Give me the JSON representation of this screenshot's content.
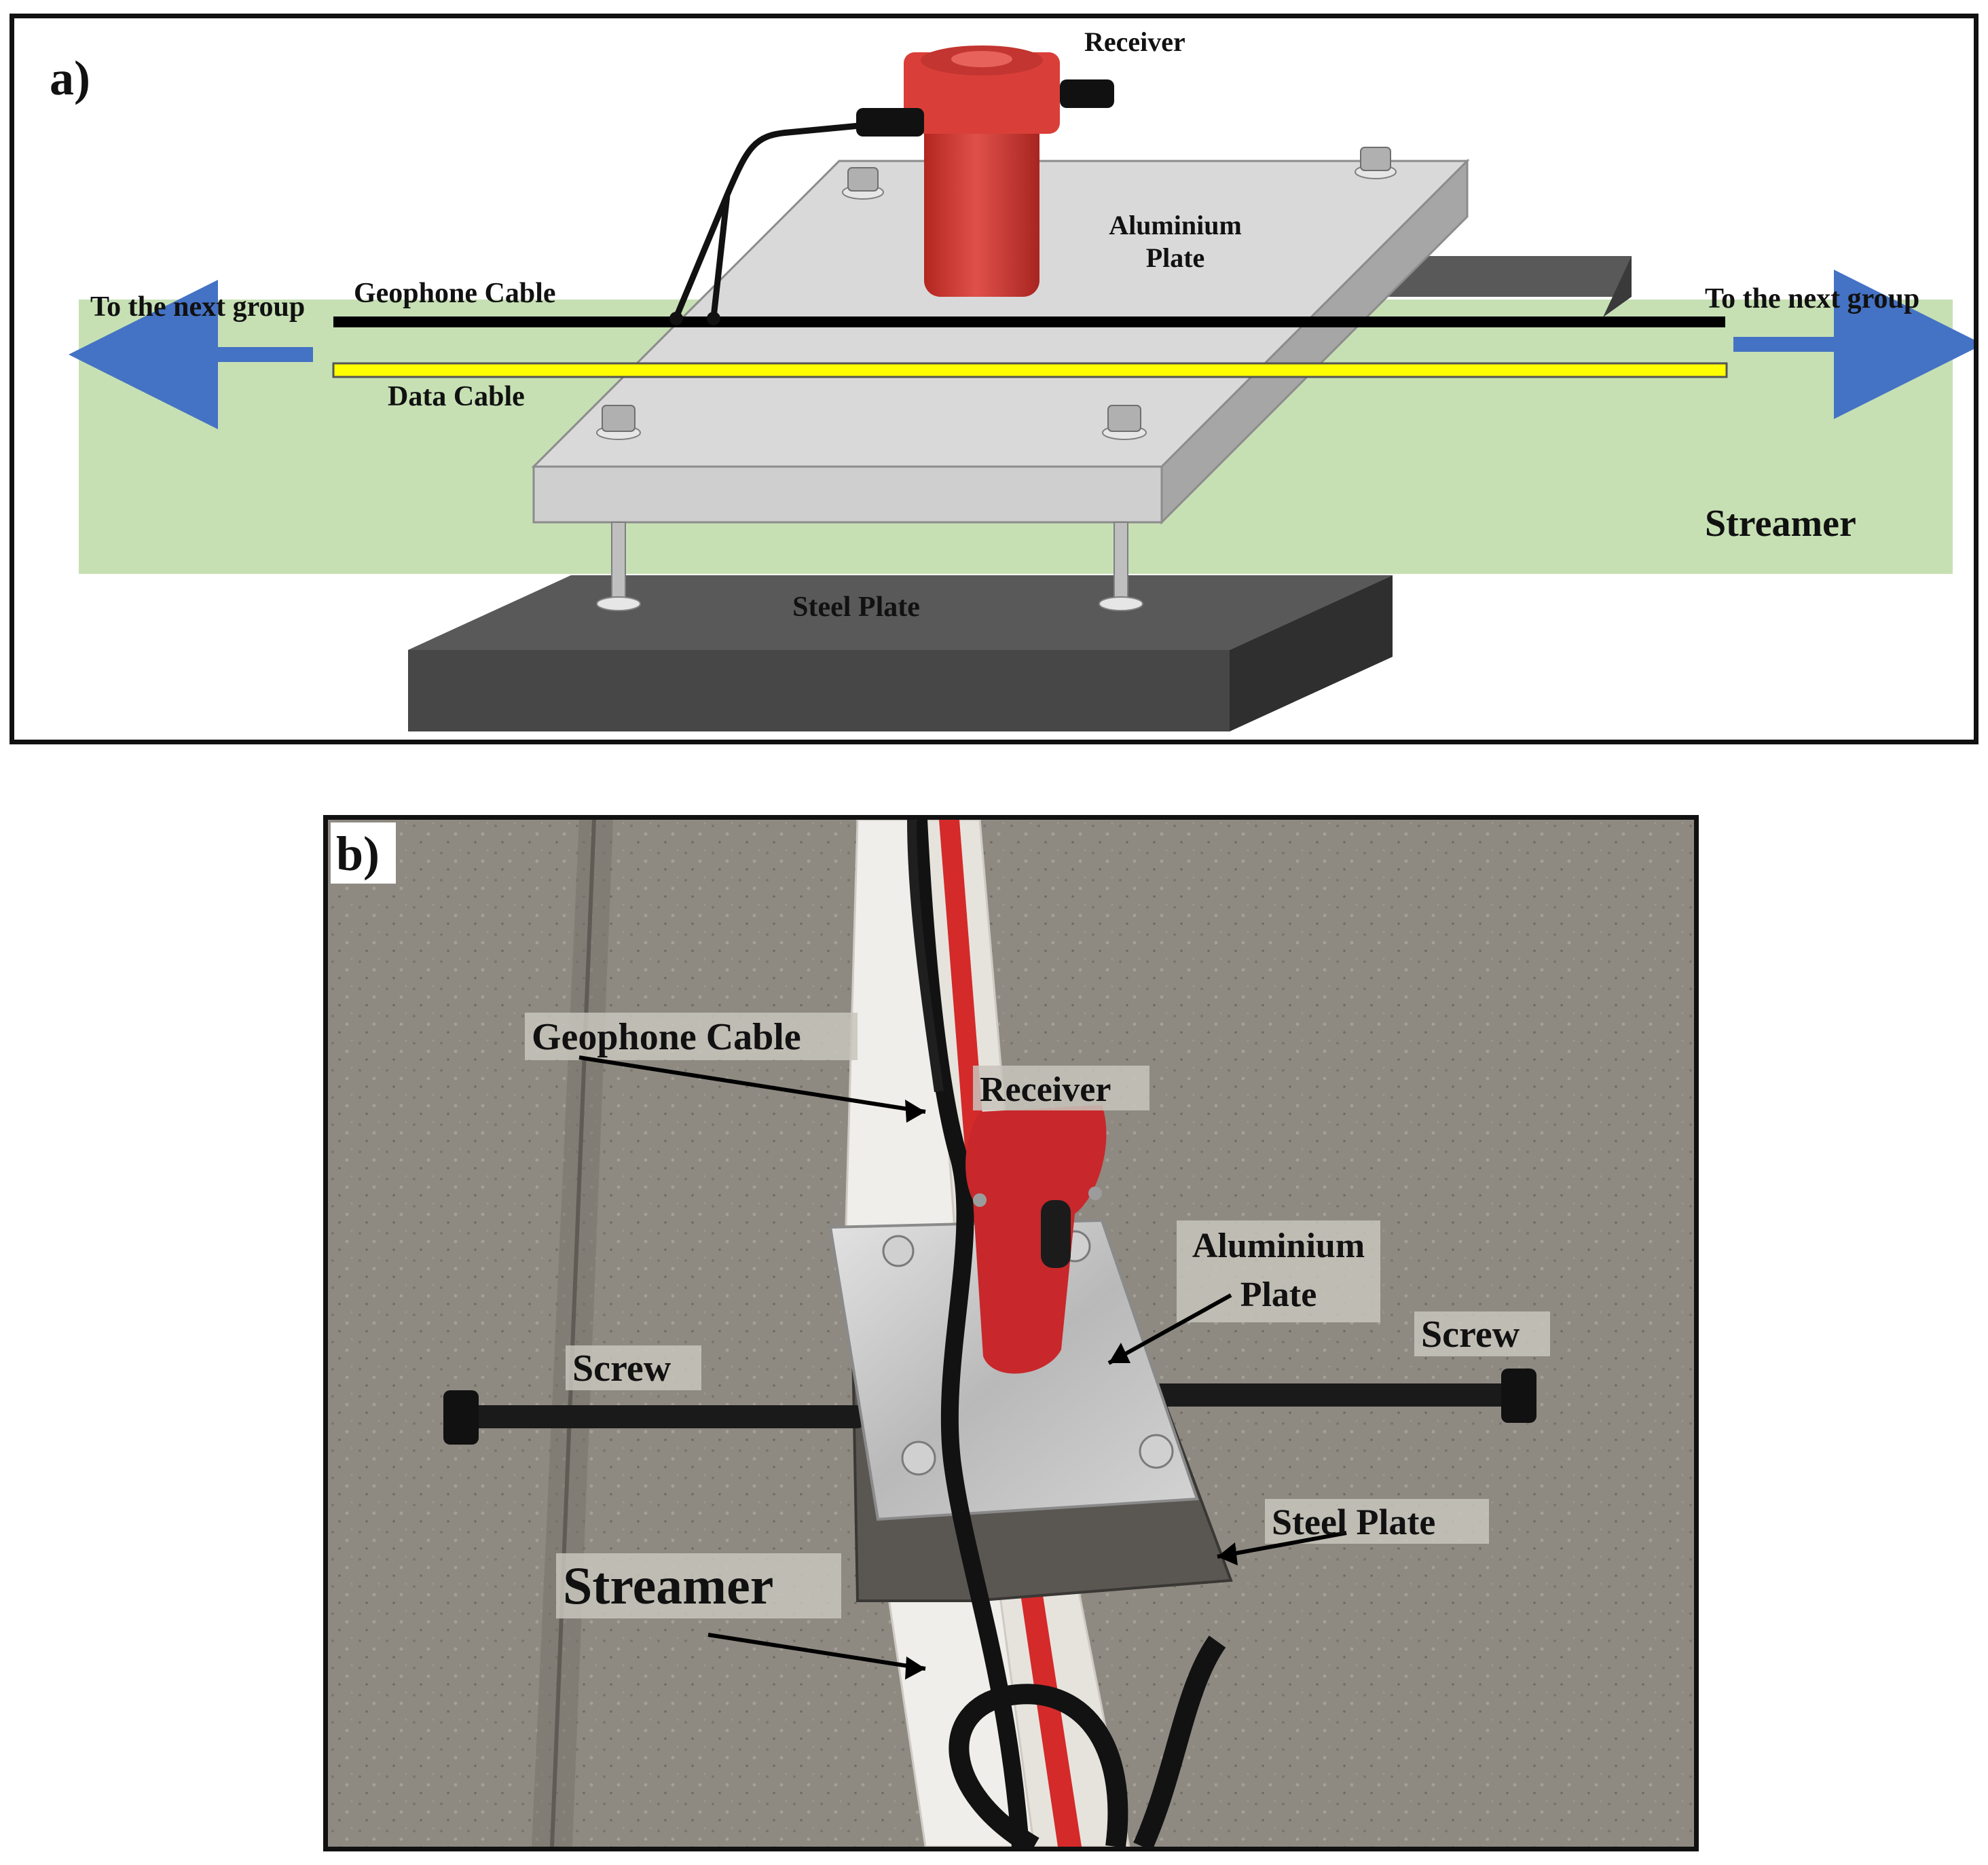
{
  "panel_a": {
    "tag": "a)",
    "receiver": "Receiver",
    "aluminium_plate_line1": "Aluminium",
    "aluminium_plate_line2": "Plate",
    "geophone_cable": "Geophone Cable",
    "data_cable": "Data Cable",
    "to_next_group_left": "To the next group",
    "to_next_group_right": "To the next group",
    "streamer": "Streamer",
    "steel_plate": "Steel Plate"
  },
  "panel_b": {
    "tag": "b)",
    "geophone_cable": "Geophone Cable",
    "receiver": "Receiver",
    "aluminium_plate_line1": "Aluminium",
    "aluminium_plate_line2": "Plate",
    "screw_left": "Screw",
    "screw_right": "Screw",
    "steel_plate": "Steel Plate",
    "streamer": "Streamer"
  },
  "colors": {
    "streamer_band": "#c6e0b4",
    "data_cable": "#ffff00",
    "arrow_blue": "#4472c4",
    "receiver_red": "#d9413b",
    "steel_dark": "#404040",
    "aluminium_face": "#d9d9d9"
  }
}
